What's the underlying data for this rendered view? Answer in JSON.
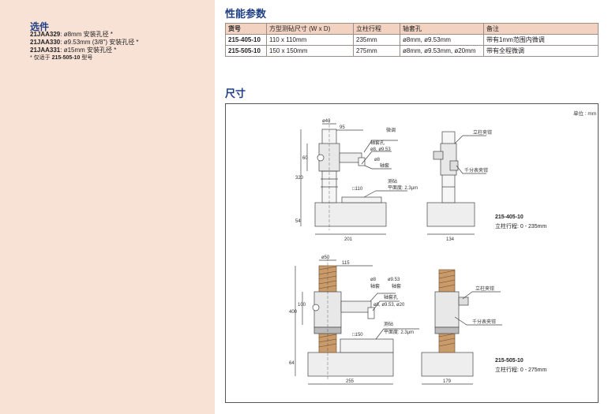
{
  "sidebar": {
    "title": "选件",
    "options": [
      {
        "code": "21JAA329",
        "desc": ": ø8mm 安装孔径 *"
      },
      {
        "code": "21JAA330",
        "desc": ": ø9.53mm (3/8\") 安装孔径 *"
      },
      {
        "code": "21JAA331",
        "desc": ": ø15mm 安装孔径 *"
      }
    ],
    "note_prefix": "* 仅适于 ",
    "note_model": "215-505-10",
    "note_suffix": " 型号"
  },
  "spec": {
    "title": "性能参数",
    "headers": [
      "货号",
      "方型测砧尺寸 (W x D)",
      "立柱行程",
      "轴套孔",
      "备注"
    ],
    "rows": [
      [
        "215-405-10",
        "110 x 110mm",
        "235mm",
        "ø8mm, ø9.53mm",
        "带有1mm范围内微调"
      ],
      [
        "215-505-10",
        "150 x 150mm",
        "275mm",
        "ø8mm, ø9.53mm, ø20mm",
        "带有全程微调"
      ]
    ]
  },
  "dimensions": {
    "title": "尺寸",
    "unit": "单位 : mm",
    "top": {
      "model": "215-405-10",
      "stroke": "立柱行程: 0 - 235mm",
      "dims": {
        "d40": "ø40",
        "d95": "95",
        "d60": "60",
        "d320": "320",
        "d54": "54",
        "d201": "201",
        "d134": "134"
      },
      "labels": {
        "fine": "微调",
        "sleeve": "轴套孔",
        "sleeve_sizes": "ø8, ø9.53",
        "d8": "ø8",
        "sleeve2": "轴套",
        "anvil": "测砧",
        "sq": "□110",
        "flat": "平面度: 2.3μm",
        "clamp1": "立柱夹钳",
        "clamp2": "千分表夹钳"
      }
    },
    "bottom": {
      "model": "215-505-10",
      "stroke": "立柱行程: 0 - 275mm",
      "dims": {
        "d50": "ø50",
        "d115": "115",
        "d100": "100",
        "d400": "400",
        "d64": "64",
        "d255": "255",
        "d179": "179"
      },
      "labels": {
        "d8": "ø8",
        "d953": "ø9.53",
        "sleeve_a": "轴套",
        "sleeve_b": "轴套",
        "sleeve": "轴套孔",
        "sleeve_sizes": "ø8, ø9.53, ø20",
        "anvil": "测砧",
        "sq": "□150",
        "flat": "平面度: 2.3μm",
        "clamp1": "立柱夹钳",
        "clamp2": "千分表夹钳"
      }
    }
  },
  "colors": {
    "brand": "#1e3f86",
    "sidebar_bg": "#f8e2d6",
    "header_bg": "#f3d2c1"
  }
}
